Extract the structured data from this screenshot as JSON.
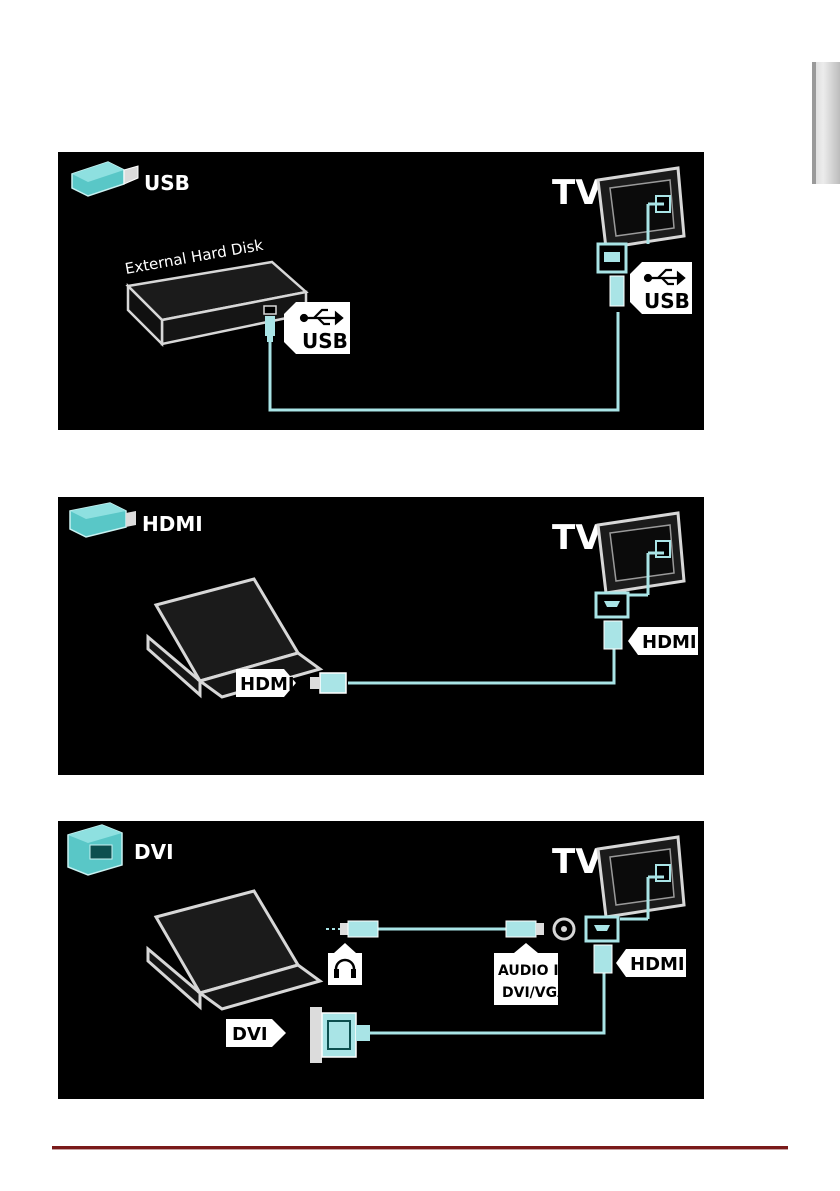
{
  "panels": {
    "usb": {
      "title": "USB",
      "tv_label": "TV",
      "device_label": "External Hard Disk",
      "device_port_label": "USB",
      "tv_port_label": "USB"
    },
    "hdmi": {
      "title": "HDMI",
      "tv_label": "TV",
      "device_port_label": "HDMI",
      "tv_port_label": "HDMI"
    },
    "dvi": {
      "title": "DVI",
      "tv_label": "TV",
      "device_port_label": "DVI",
      "audio_in_label_1": "AUDIO IN",
      "audio_in_label_2": "DVI/VGA",
      "tv_port_label": "HDMI"
    }
  },
  "colors": {
    "panel_bg": "#000000",
    "cable": "#a9e4e6",
    "device_fill": "#1b1b1b",
    "device_stroke": "#d7d7d7",
    "label_bg": "#ffffff",
    "label_text": "#000000",
    "accent_teal": "#59c7c7",
    "footer_rule": "#7a1a1a"
  },
  "icons": [
    "usb-stick-icon",
    "hdmi-plug-icon",
    "dvi-plug-icon",
    "tv-icon",
    "headphone-icon",
    "usb-trident-icon"
  ]
}
